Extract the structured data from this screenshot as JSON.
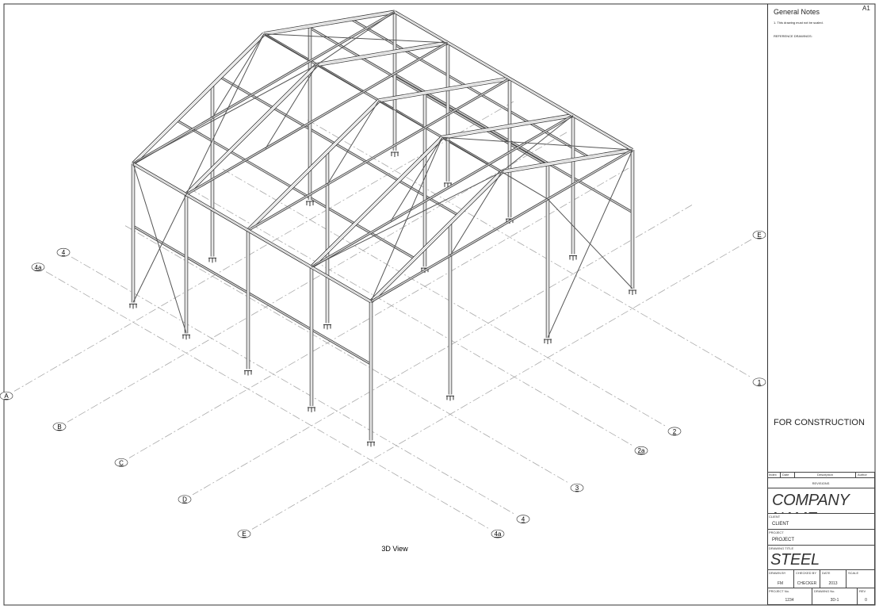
{
  "sheet": {
    "size": "A1",
    "view_caption": "3D View",
    "notes_title": "General Notes",
    "notes": [
      "1.  This drawing must not be scaled."
    ],
    "reference_label": "REFERENCE DRAWINGS:",
    "status": "FOR CONSTRUCTION"
  },
  "revisions": {
    "headers": [
      "Index",
      "Date",
      "Description",
      "Author"
    ],
    "title": "REVISIONS"
  },
  "title_block": {
    "company": "COMPANY NAME",
    "client_label": "CLIENT",
    "client": "CLIENT",
    "project_label": "PROJECT",
    "project": "PROJECT",
    "drawing_title_label": "DRAWING TITLE",
    "drawing_title": "STEEL BUILDING",
    "drawn_by_label": "DRAWN BY",
    "drawn_by": "FM",
    "checked_by_label": "CHECKED BY",
    "checked_by": "CHECKER",
    "date_label": "DATE",
    "date": "2013",
    "scale_label": "SCALE",
    "scale": "",
    "project_no_label": "PROJECT No.",
    "project_no": "1234",
    "drawing_no_label": "DRAWING No.",
    "drawing_no": "3D-1",
    "rev_label": "REV",
    "rev": "0"
  },
  "grid": {
    "letters": [
      "A",
      "B",
      "C",
      "D",
      "E"
    ],
    "numbers": [
      "1",
      "2",
      "2a",
      "3",
      "4",
      "4a"
    ]
  },
  "colors": {
    "line": "#333333",
    "grid": "#9a9a9a",
    "paper": "#ffffff"
  }
}
